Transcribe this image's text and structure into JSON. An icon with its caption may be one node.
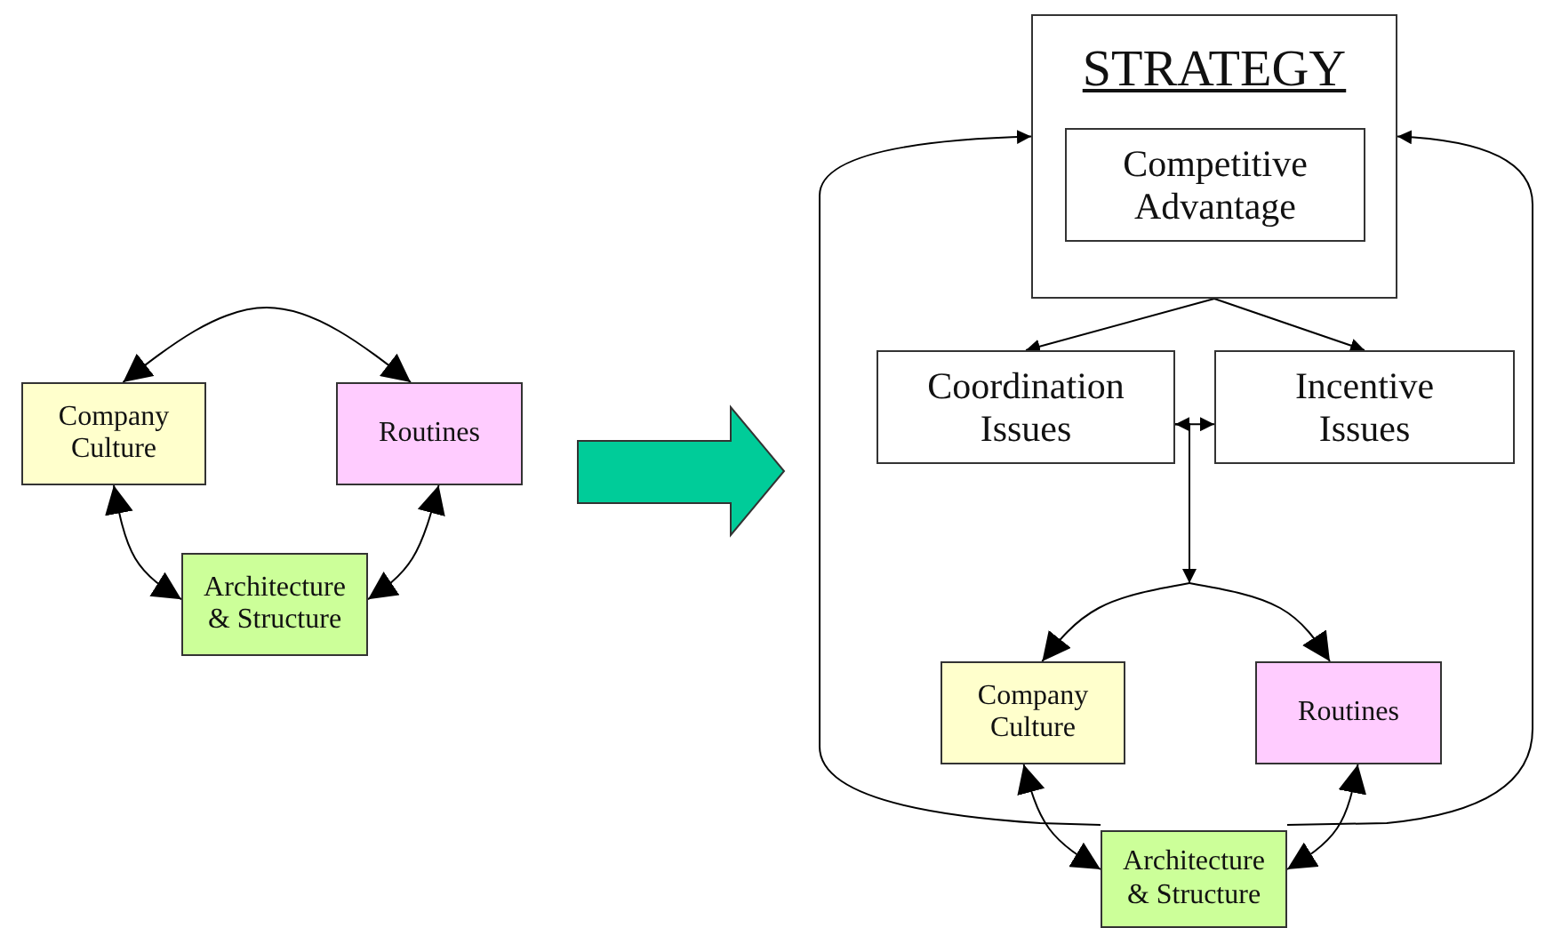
{
  "diagram": {
    "nodes": [
      {
        "text": [
          "Company Culture"
        ]
      },
      {
        "text": [
          "Routines"
        ]
      },
      {
        "text": [
          "Architecture & Structure"
        ]
      },
      {
        "text": [
          "STRATEGY"
        ]
      },
      {
        "text": [
          "Competitive Advantage"
        ],
        "in": 3
      },
      {
        "text": [
          "Coordination Issues"
        ]
      },
      {
        "text": [
          "Incentive Issues"
        ]
      },
      {
        "text": [
          "Company Culture"
        ]
      },
      {
        "text": [
          "Routines"
        ]
      },
      {
        "text": [
          "Architecture & Structure"
        ]
      }
    ],
    "edges": [
      {
        "from": 0,
        "to": 1,
        "arrow": "both"
      },
      {
        "from": 0,
        "to": 2,
        "arrow": "both"
      },
      {
        "from": 1,
        "to": 2,
        "arrow": "both"
      },
      {
        "from": 3,
        "to": 5,
        "arrow": "to"
      },
      {
        "from": 3,
        "to": 6,
        "arrow": "to"
      },
      {
        "from": 5,
        "to": 6,
        "arrow": "both"
      },
      {
        "from": 5,
        "to": 7,
        "arrow": "to"
      },
      {
        "from": 5,
        "to": 8,
        "arrow": "to"
      },
      {
        "from": 7,
        "to": 9,
        "arrow": "both"
      },
      {
        "from": 8,
        "to": 9,
        "arrow": "both"
      },
      {
        "from": 9,
        "to": 3,
        "arrow": "to"
      },
      {
        "from": 9,
        "to": 3,
        "arrow": "to"
      }
    ]
  }
}
